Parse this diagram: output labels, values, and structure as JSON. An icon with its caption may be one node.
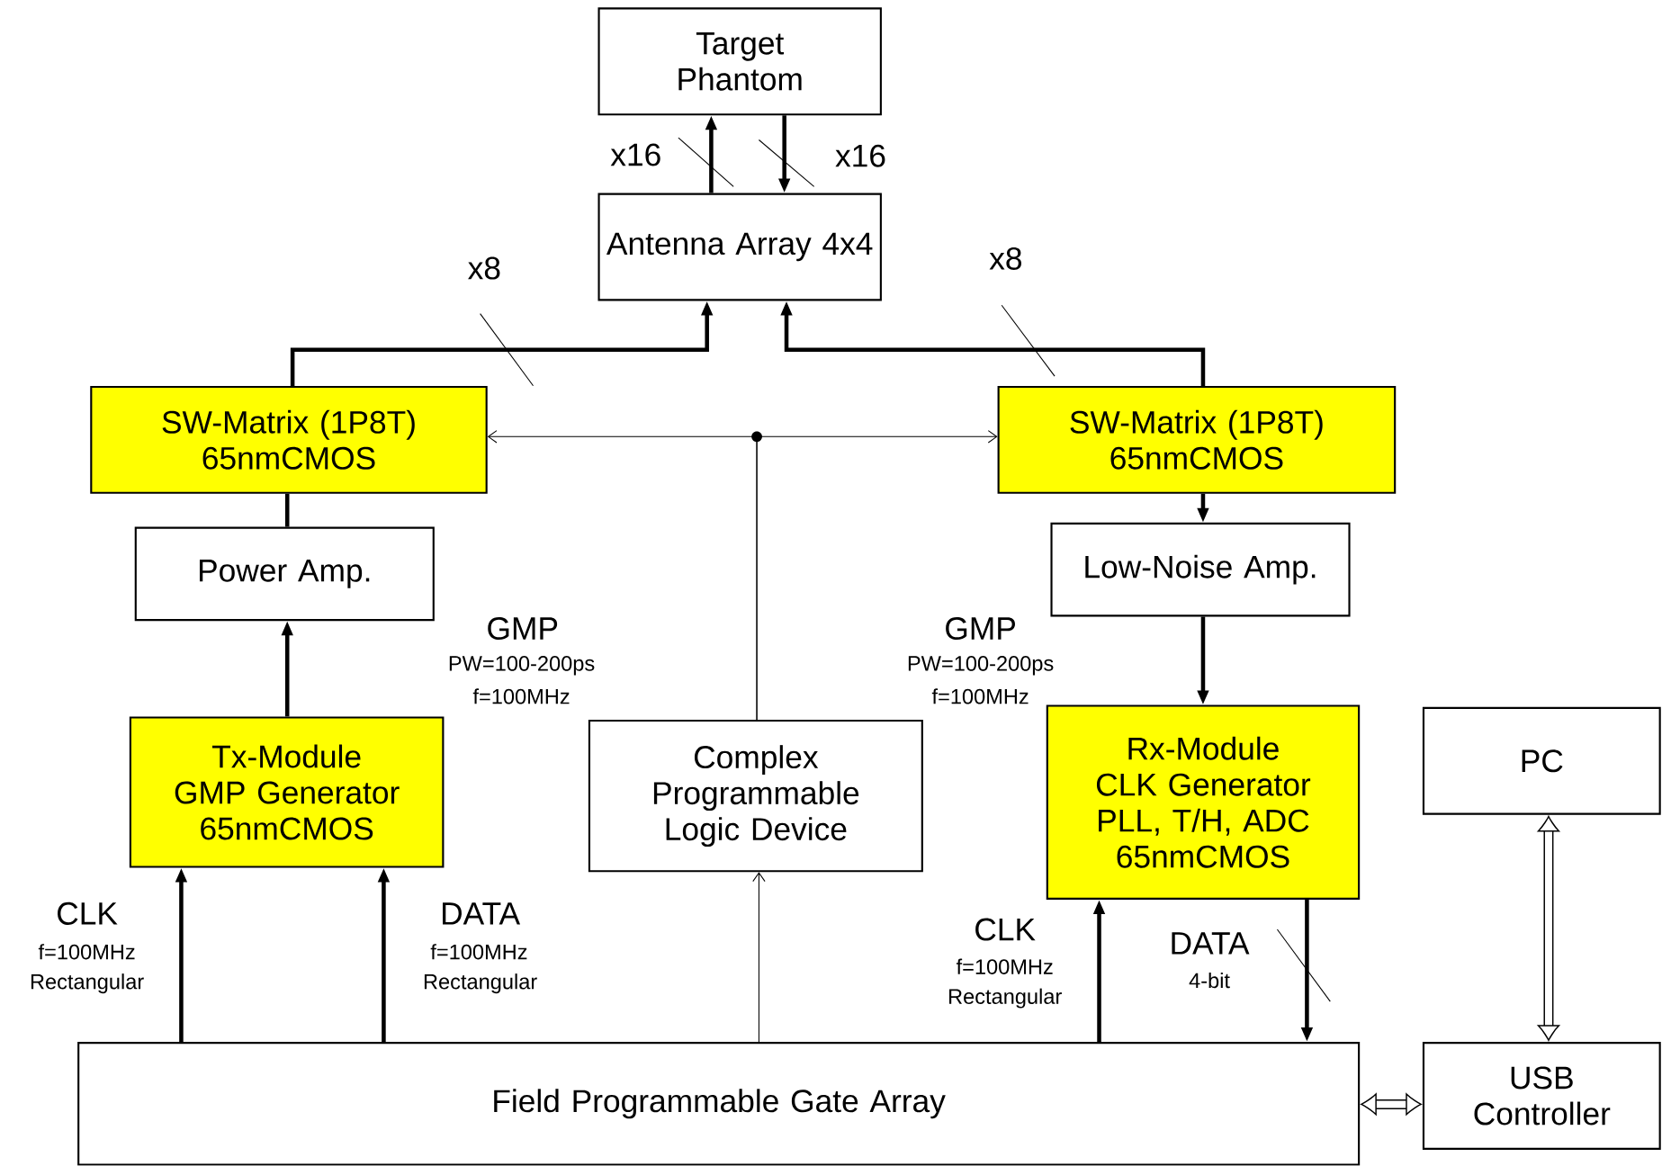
{
  "diagram": {
    "nodes": [
      {
        "text": [
          "Target Phantom"
        ]
      },
      {
        "text": [
          "Antenna Array 4x4"
        ]
      },
      {
        "text": [
          "SW-Matrix (1P8T)",
          "65nmCMOS"
        ]
      },
      {
        "text": [
          "SW-Matrix (1P8T)",
          "65nmCMOS"
        ]
      },
      {
        "text": [
          "Power Amp."
        ]
      },
      {
        "text": [
          "Low-Noise Amp."
        ]
      },
      {
        "text": [
          "Tx-Module",
          "GMP Generator",
          "65nmCMOS"
        ]
      },
      {
        "text": [
          "Complex Programmable Logic Device"
        ]
      },
      {
        "text": [
          "Rx-Module",
          "CLK Generator",
          "PLL, T/H, ADC",
          "65nmCMOS"
        ]
      },
      {
        "text": [
          "PC"
        ]
      },
      {
        "text": [
          "Field Programmable Gate Array"
        ]
      },
      {
        "text": [
          "USB Controller"
        ]
      }
    ],
    "edges": [
      {
        "from": 1,
        "to": 0,
        "arrow": "to"
      },
      {
        "from": 0,
        "to": 1,
        "arrow": "to"
      },
      {
        "from": 2,
        "to": 1,
        "arrow": "to"
      },
      {
        "from": 3,
        "to": 1,
        "arrow": "to"
      },
      {
        "from": 2,
        "to": 4,
        "arrow": "none"
      },
      {
        "from": 6,
        "to": 4,
        "arrow": "to"
      },
      {
        "from": 3,
        "to": 5,
        "arrow": "to"
      },
      {
        "from": 5,
        "to": 8,
        "arrow": "to"
      },
      {
        "from": 10,
        "to": 6,
        "arrow": "to"
      },
      {
        "from": 10,
        "to": 6,
        "arrow": "to"
      },
      {
        "from": 10,
        "to": 7,
        "arrow": "to"
      },
      {
        "from": 7,
        "to": 2,
        "arrow": "to"
      },
      {
        "from": 7,
        "to": 3,
        "arrow": "to"
      },
      {
        "from": 10,
        "to": 8,
        "arrow": "to"
      },
      {
        "from": 8,
        "to": 10,
        "arrow": "to"
      },
      {
        "from": 9,
        "to": 11,
        "arrow": "both",
        "style": "thick"
      },
      {
        "from": 10,
        "to": 11,
        "arrow": "both",
        "style": "thick"
      }
    ],
    "labels": [
      "x16",
      "x16",
      "x8",
      "x8",
      "GMP",
      "PW=100-200ps",
      "f=100MHz",
      "GMP",
      "PW=100-200ps",
      "f=100MHz",
      "CLK",
      "f=100MHz",
      "Rectangular",
      "DATA",
      "f=100MHz",
      "Rectangular",
      "CLK",
      "f=100MHz",
      "Rectangular",
      "DATA",
      "4-bit"
    ]
  }
}
